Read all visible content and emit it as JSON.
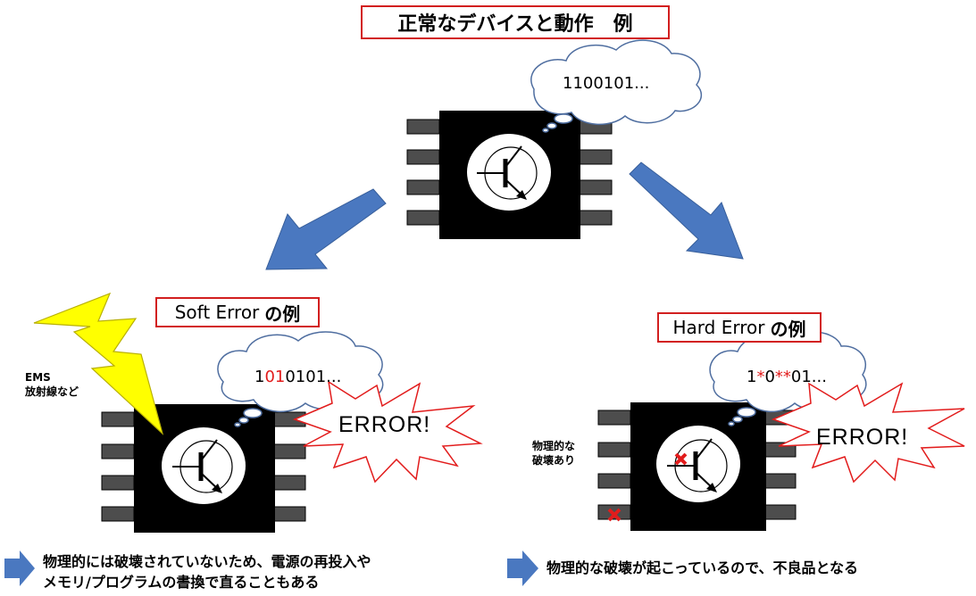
{
  "title": "正常なデバイスと動作　例",
  "normal": {
    "bits": "1100101..."
  },
  "soft": {
    "title_en": "Soft Error",
    "title_jp": "の例",
    "source_line1": "EMS",
    "source_line2": "放射線など",
    "bits_prefix": "1",
    "bits_flipped": "01",
    "bits_suffix": "0101...",
    "error": "ERROR!",
    "caption_line1": "物理的には破壊されていないため、電源の再投入や",
    "caption_line2": "メモリ/プログラムの書換で直ることもある"
  },
  "hard": {
    "title_en": "Hard Error",
    "title_jp": "の例",
    "note_line1": "物理的な",
    "note_line2": "破壊あり",
    "bits_1": "1",
    "bits_2": "*",
    "bits_3": "0",
    "bits_4": "**",
    "bits_5": "01...",
    "error": "ERROR!",
    "caption": "物理的な破壊が起こっているので、不良品となる"
  },
  "colors": {
    "chip": "#000000",
    "pin": "#4d4d4d",
    "arrow": "#4a78c0",
    "bolt": "#ffff00",
    "accent_red": "#e21c1c",
    "cloud_outline": "#4f6ea0",
    "starburst_outline": "#e21c1c"
  },
  "icons": [
    "transistor-icon",
    "lightning-bolt-icon",
    "damage-x-icon",
    "arrow-right-icon"
  ]
}
